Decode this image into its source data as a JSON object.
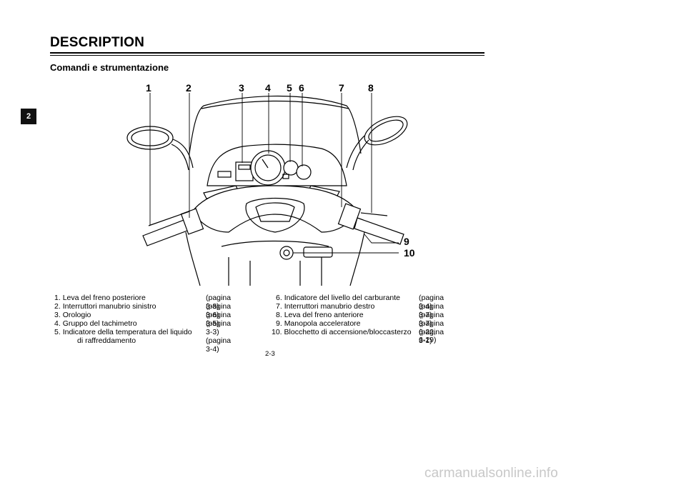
{
  "header": {
    "title": "DESCRIPTION",
    "subtitle": "Comandi e strumentazione"
  },
  "side_tab": {
    "label": "2"
  },
  "callouts": [
    "1",
    "2",
    "3",
    "4",
    "5",
    "6",
    "7",
    "8",
    "9",
    "10"
  ],
  "legend_left": [
    {
      "num": "1.",
      "text": "Leva del freno posteriore",
      "page": "(pagina 3-8)"
    },
    {
      "num": "2.",
      "text": "Interruttori manubrio sinistro",
      "page": "(pagina 3-6)"
    },
    {
      "num": "3.",
      "text": "Orologio",
      "page": "(pagina 3-5)"
    },
    {
      "num": "4.",
      "text": "Gruppo del tachimetro",
      "page": "(pagina 3-3)"
    },
    {
      "num": "5.",
      "text": "Indicatore della temperatura del liquido",
      "page": ""
    },
    {
      "num": "",
      "text": "di raffreddamento",
      "page": "(pagina 3-4)"
    }
  ],
  "legend_right": [
    {
      "num": "6.",
      "text": "Indicatore del livello del carburante",
      "page": "(pagina 3-4)"
    },
    {
      "num": "7.",
      "text": "Interruttori manubrio destro",
      "page": "(pagina 3-7)"
    },
    {
      "num": "8.",
      "text": "Leva del freno anteriore",
      "page": "(pagina 3-7)"
    },
    {
      "num": "9.",
      "text": "Manopola acceleratore",
      "page": "(pagina 6-22, 6-29)"
    },
    {
      "num": "10.",
      "text": "Blocchetto di accensione/bloccasterzo",
      "page": "(pagina 3-1)"
    }
  ],
  "footer": {
    "page_number": "2-3",
    "watermark": "carmanualsonline.info"
  }
}
